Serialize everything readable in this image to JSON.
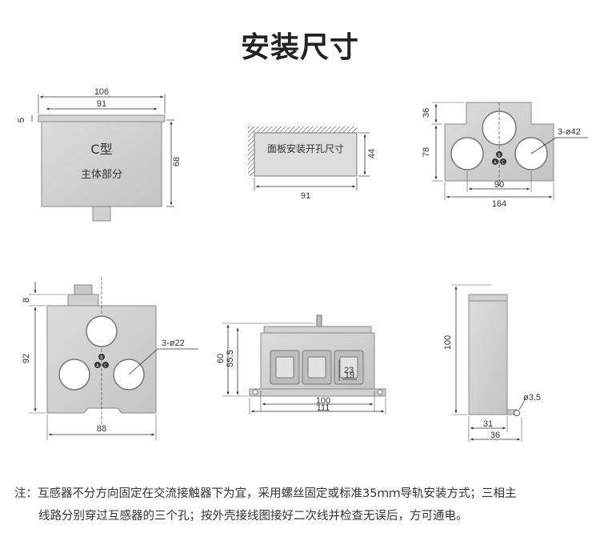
{
  "title": "安装尺寸",
  "views": {
    "front_c": {
      "dim_top_total": "106",
      "dim_top_inner": "91",
      "dim_left": "5",
      "dim_right": "68",
      "label_type": "C型",
      "label_body": "主体部分"
    },
    "cutout": {
      "label": "面板安装开孔尺寸",
      "dim_height": "44",
      "dim_width": "91"
    },
    "top_three": {
      "dim_36": "36",
      "dim_78": "78",
      "dim_hole": "3-ø42",
      "dim_90": "90",
      "dim_164": "164"
    },
    "front_small": {
      "dim_8": "8",
      "dim_92": "92",
      "dim_hole": "3-ø22",
      "dim_88": "88"
    },
    "side_rail": {
      "dim_60": "60",
      "dim_55": "55.5",
      "dim_23": "23",
      "dim_19": "19",
      "dim_100": "100",
      "dim_111": "111"
    },
    "side_narrow": {
      "dim_100": "100",
      "dim_hole": "ø3.5",
      "dim_31": "31",
      "dim_36": "36"
    }
  },
  "phase_letters": [
    "A",
    "B",
    "C"
  ],
  "note": {
    "line1": "注：互感器不分方向固定在交流接触器下为宜，采用螺丝固定或标准35ｍｍ导轨安装方式；三相主",
    "line2": "线路分别穿过互感器的三个孔；按外壳接线图接好二次线并检查无误后，方可通电。"
  }
}
